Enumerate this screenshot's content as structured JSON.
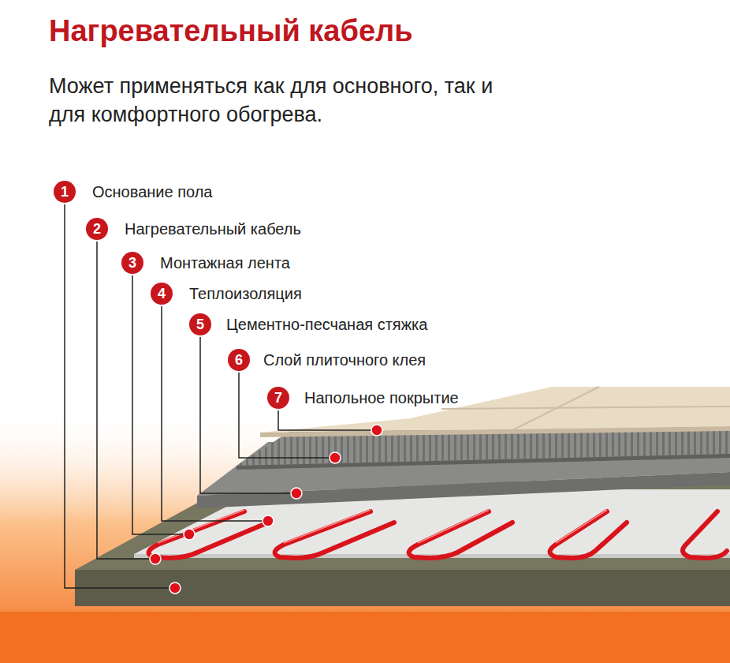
{
  "diagram": {
    "title": "Нагревательный кабель",
    "caption": "Может применяться как для основного, так и для комфортного обогрева.",
    "labels": [
      "1",
      "Основание пола",
      "2",
      "Нагревательный кабель",
      "3",
      "Монтажная лента",
      "4",
      "Теплоизоляция",
      "5",
      "Цементно-песчаная стяжка",
      "6",
      "Слой плиточного клея",
      "7",
      "Напольное покрытие"
    ]
  }
}
